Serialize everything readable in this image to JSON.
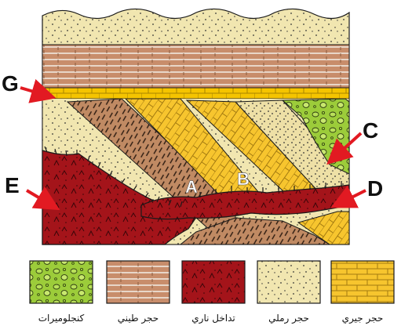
{
  "labels": {
    "g": "G",
    "c": "C",
    "e": "E",
    "d": "D",
    "a": "A",
    "b": "B"
  },
  "legend": [
    {
      "key": "conglomerate",
      "text": "كنجلوميرات"
    },
    {
      "key": "shale",
      "text": "حجر طيني"
    },
    {
      "key": "igneous",
      "text": "تداخل ناري"
    },
    {
      "key": "sandstone",
      "text": "حجر رملي"
    },
    {
      "key": "limestone",
      "text": "حجر جيري"
    }
  ],
  "colors": {
    "sandstone": "#f1e6b0",
    "shale": "#c88d6b",
    "limestone": "#f7c52e",
    "igneous": "#a4141a",
    "conglomerate": "#9ccc3a",
    "arrow": "#e21a22",
    "outline": "#1a1a1a"
  }
}
